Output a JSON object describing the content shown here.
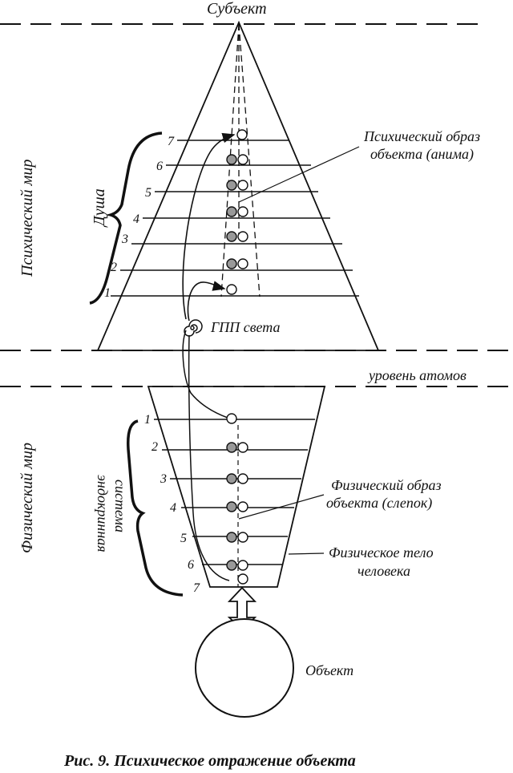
{
  "labels": {
    "subject": "Субъект",
    "psychic_world": "Психический мир",
    "soul": "Душа",
    "psychic_image": [
      "Психический образ",
      "объекта (анима)"
    ],
    "gpp_light": "ГПП света",
    "atom_level": "уровень атомов",
    "physical_world": "Физический мир",
    "endocrine": [
      "эндокринная",
      "система"
    ],
    "physical_image": [
      "Физический образ",
      "объекта (слепок)"
    ],
    "physical_body": [
      "Физическое тело",
      "человека"
    ],
    "object": "Объект"
  },
  "upper_levels": [
    "7",
    "6",
    "5",
    "4",
    "3",
    "2",
    "1"
  ],
  "lower_levels": [
    "1",
    "2",
    "3",
    "4",
    "5",
    "6",
    "7"
  ],
  "caption": "Рис. 9.  Психическое отражение объекта"
}
